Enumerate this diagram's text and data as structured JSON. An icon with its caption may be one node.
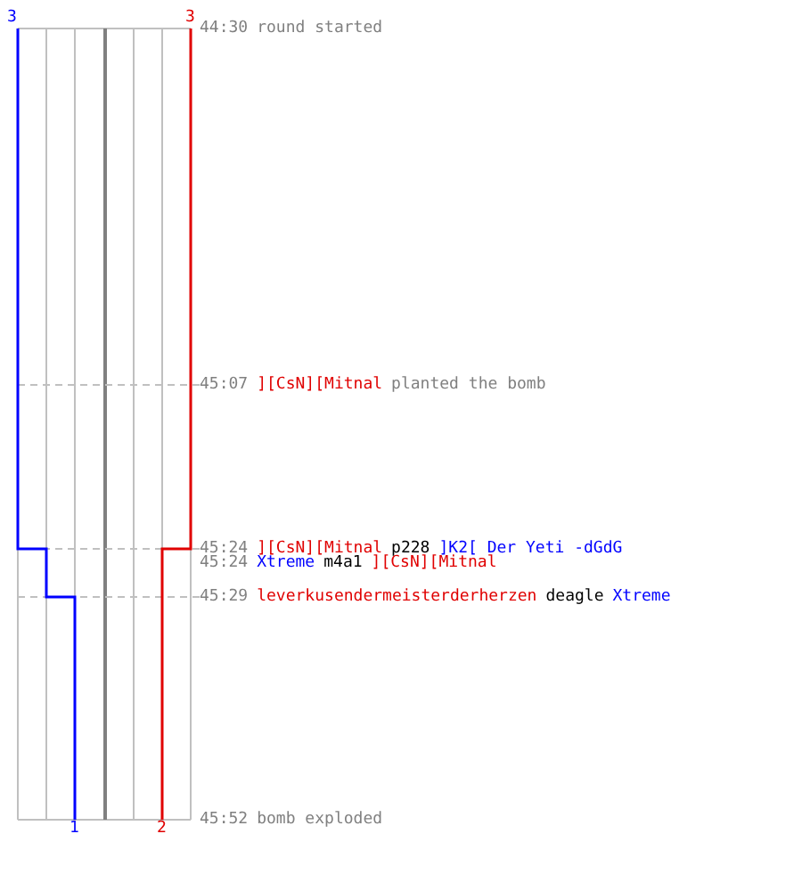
{
  "diagram": {
    "labels": [
      "3",
      "3",
      "44:30",
      "round started",
      "45:07",
      "][CsN][Mitnal",
      "planted the bomb",
      "45:24",
      "][CsN][Mitnal",
      "p228",
      "]K2[ Der Yeti -dGdG",
      "45:24",
      "Xtreme",
      "m4a1",
      "][CsN][Mitnal",
      "45:29",
      "leverkusendermeisterderherzen",
      "deagle",
      "Xtreme",
      "1",
      "2",
      "45:52",
      "bomb exploded"
    ]
  }
}
